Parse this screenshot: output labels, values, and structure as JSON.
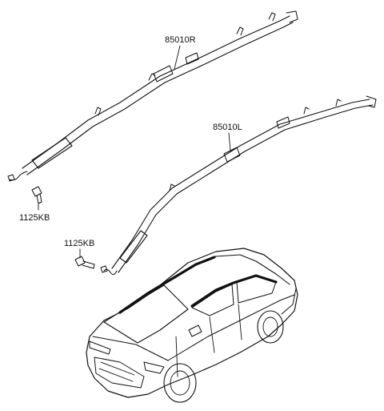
{
  "labels": {
    "part_right": "85010R",
    "part_left": "85010L",
    "bolt_upper": "1125KB",
    "bolt_lower": "1125KB"
  }
}
